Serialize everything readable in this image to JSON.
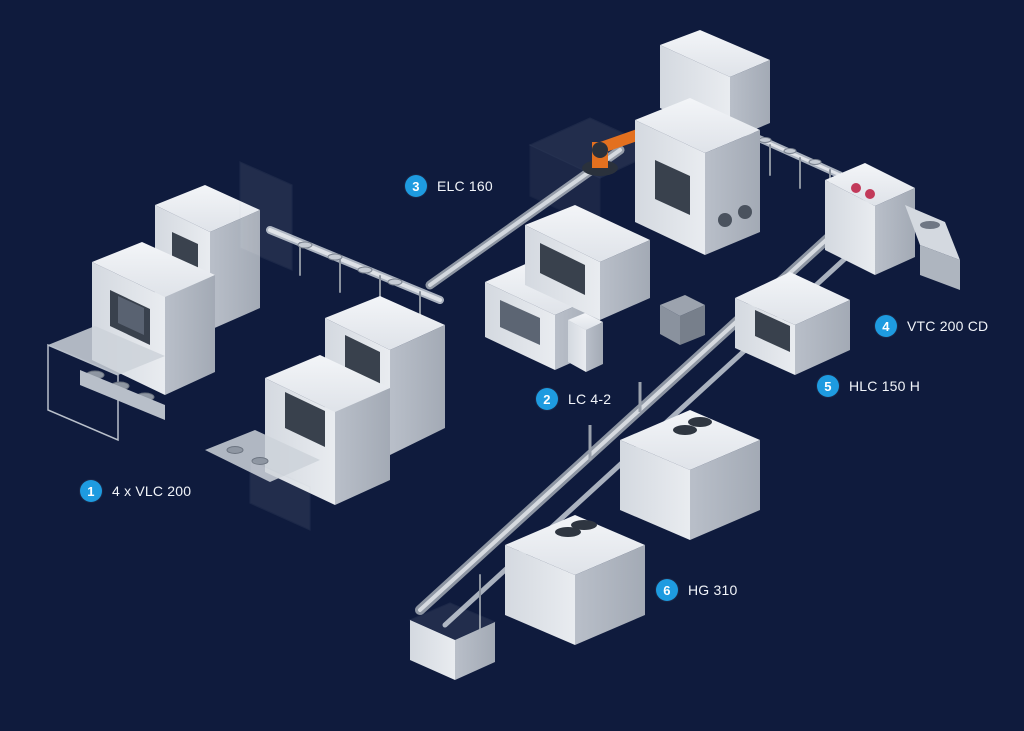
{
  "colors": {
    "background": "#0f1b3d",
    "badge": "#1e9be0",
    "label_text": "#ffffff",
    "machine_light": "#e8ebef",
    "machine_mid": "#c9ced6",
    "machine_dark": "#9aa1ac",
    "frame": "#b8c0cc",
    "robot_orange": "#e3701f"
  },
  "stations": [
    {
      "number": "1",
      "label": "4 x VLC 200"
    },
    {
      "number": "2",
      "label": "LC 4-2"
    },
    {
      "number": "3",
      "label": "ELC 160"
    },
    {
      "number": "4",
      "label": "VTC 200 CD"
    },
    {
      "number": "5",
      "label": "HLC 150 H"
    },
    {
      "number": "6",
      "label": "HG 310"
    }
  ]
}
